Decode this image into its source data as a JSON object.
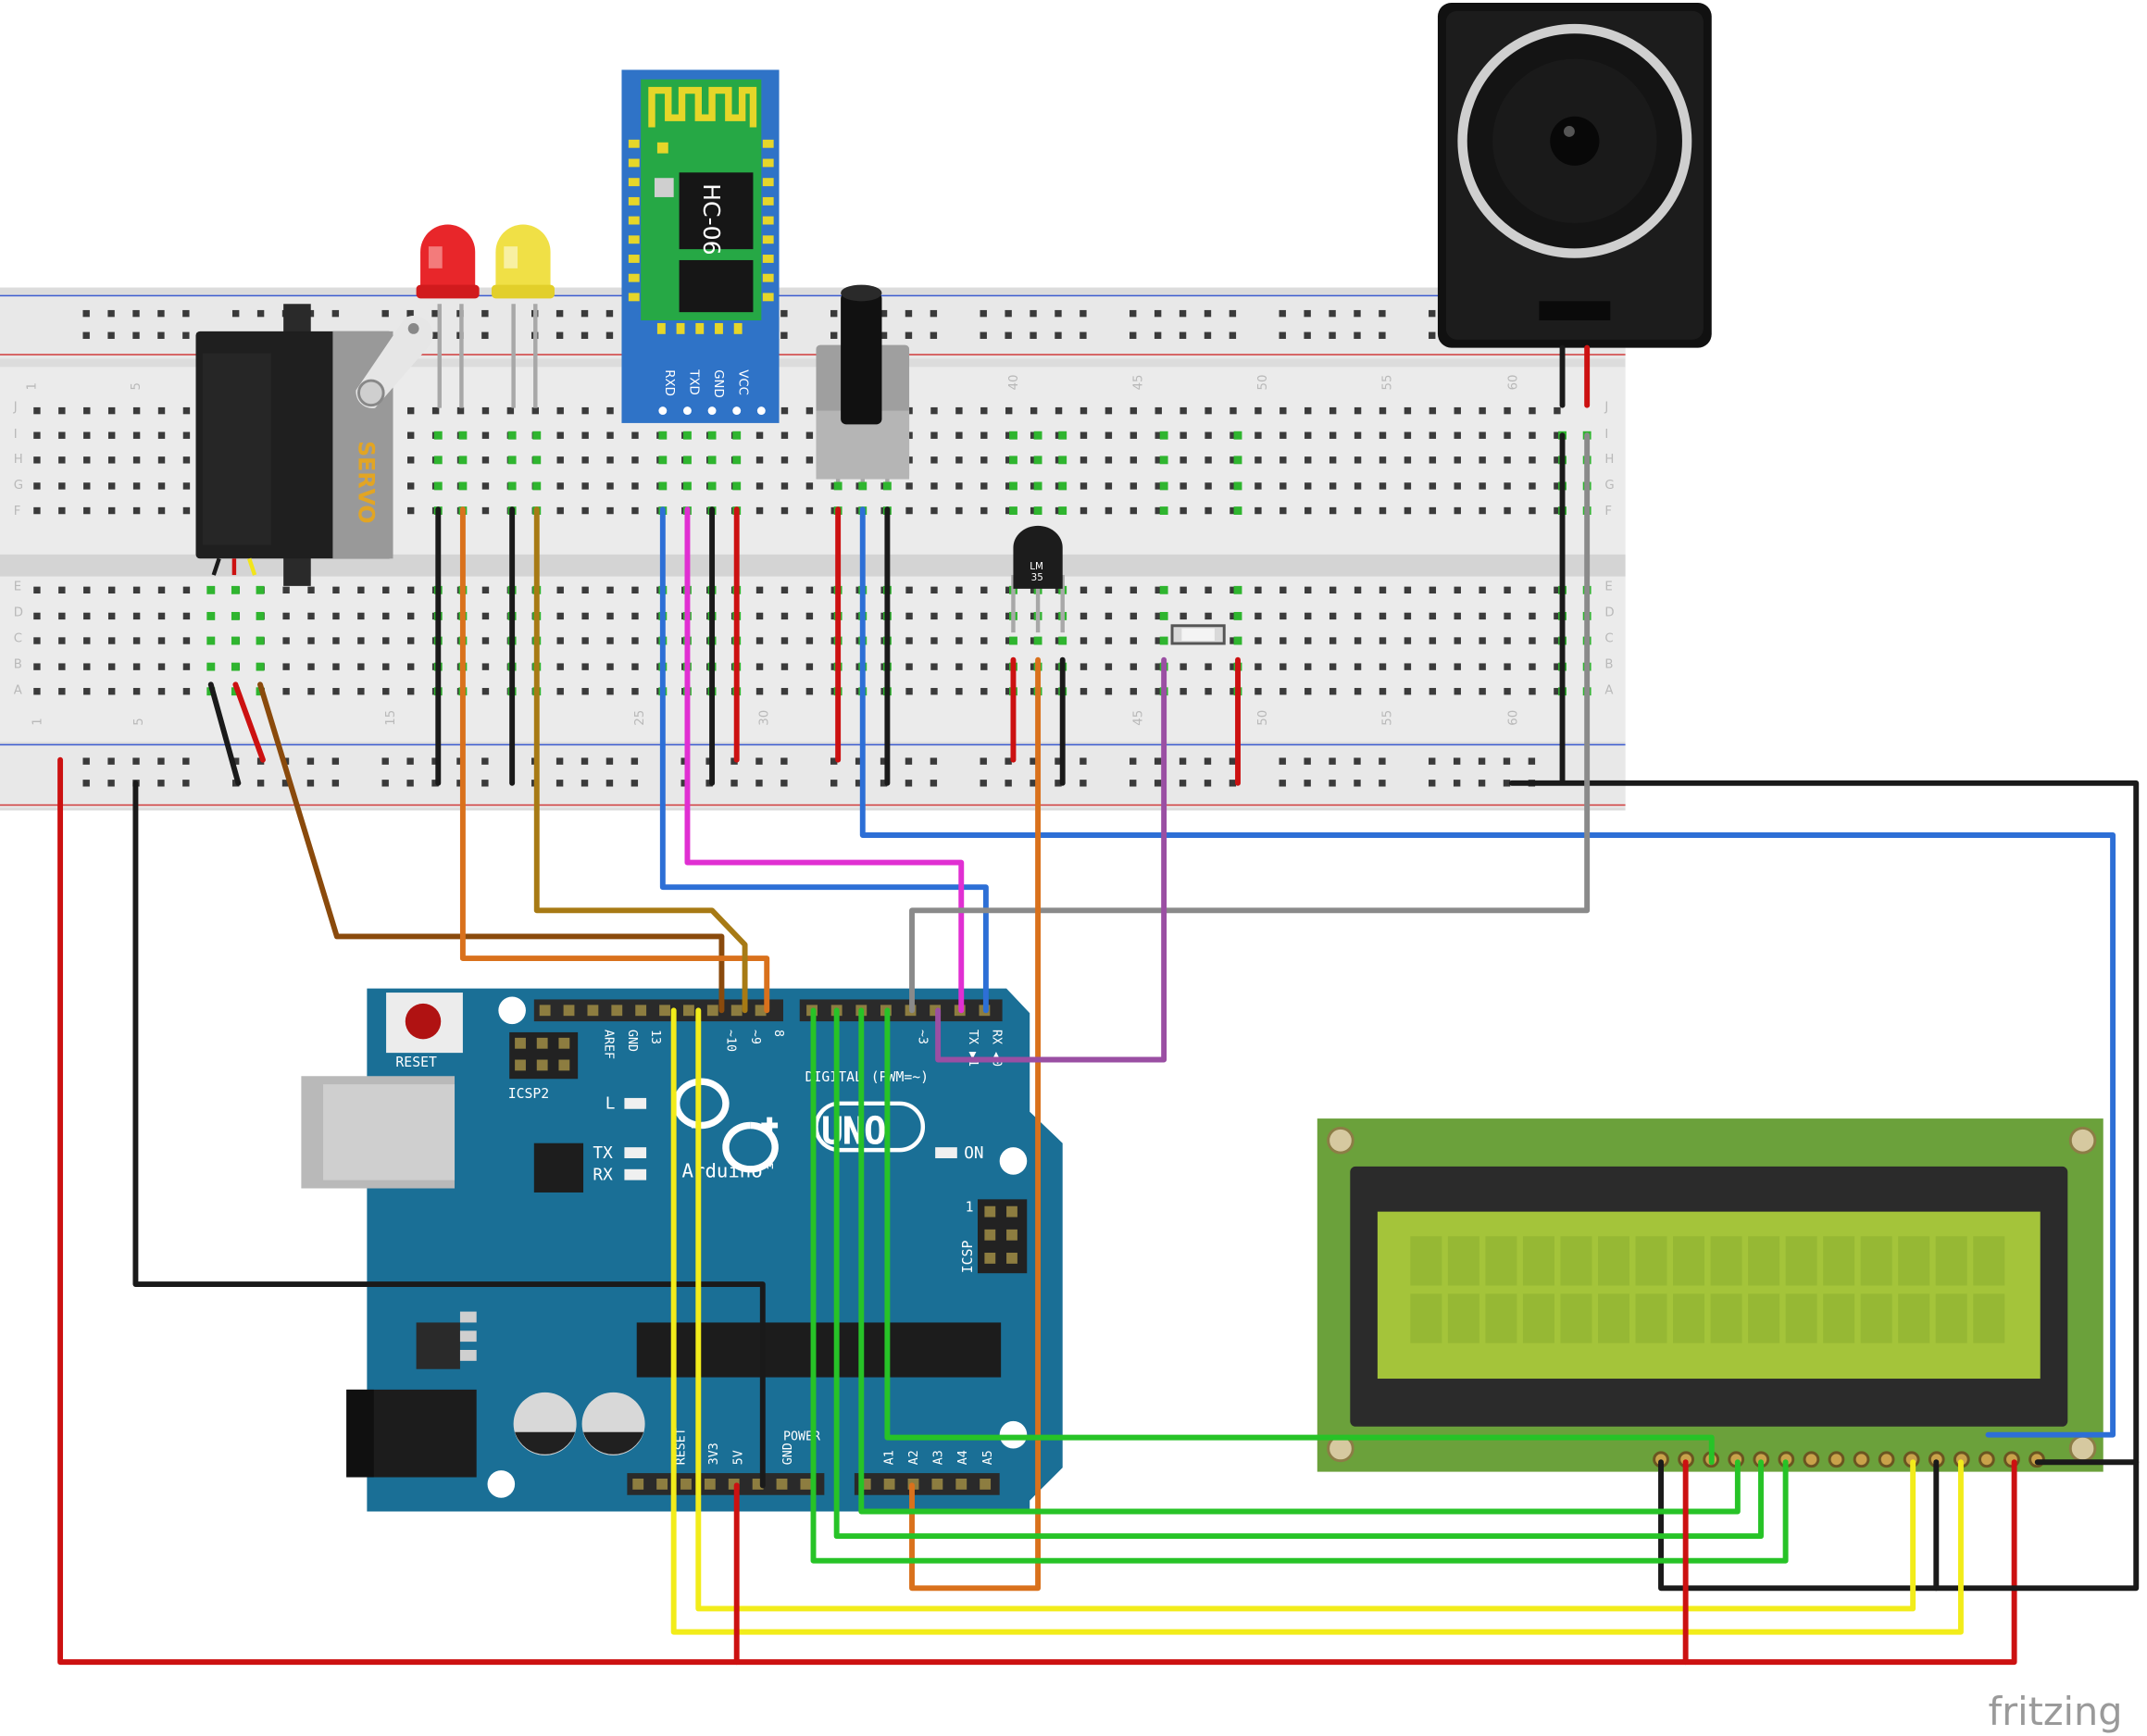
{
  "colors": {
    "wire_red": "#cc1111",
    "wire_black": "#1a1a1a",
    "wire_blue": "#2d6fd6",
    "wire_magenta": "#e02fd2",
    "wire_gray": "#8a8a8a",
    "wire_orange": "#d9711c",
    "wire_brown": "#8a4a0c",
    "wire_olive": "#a77a14",
    "wire_purple": "#9a4fa3",
    "wire_yellow": "#f2ec1a",
    "wire_green": "#27c327",
    "arduino_board": "#1a6f96",
    "lcd_pcb": "#6ba13b",
    "lcd_screen": "#a4c43a"
  },
  "breadboard": {
    "row_letters_left": [
      "J",
      "I",
      "H",
      "G",
      "F",
      "E",
      "D",
      "C",
      "B",
      "A"
    ],
    "col_numbers": [
      "1",
      "5",
      "15",
      "25",
      "30",
      "40",
      "45",
      "50",
      "55",
      "60"
    ]
  },
  "servo": {
    "label": "SERVO"
  },
  "bluetooth": {
    "chip": "HC-06",
    "pins": [
      "RXD",
      "TXD",
      "GND",
      "VCC"
    ]
  },
  "sensor": {
    "line1": "LM",
    "line2": "35"
  },
  "arduino": {
    "reset": "RESET",
    "icsp2": "ICSP2",
    "icsp": "ICSP",
    "aref": "AREF",
    "gnd": "GND",
    "pin13": "13",
    "pin10": "~10",
    "pin9": "~9",
    "pin8": "8",
    "pin3": "~3",
    "pin1": "TX ▶1",
    "pin0": "RX ◀0",
    "digital": "DIGITAL (PWM=~)",
    "l": "L",
    "tx": "TX",
    "rx": "RX",
    "on": "ON",
    "logo": "UNO",
    "brand": "Arduino™",
    "one": "1",
    "power_labels": [
      "RESET",
      "3V3",
      "5V",
      "GND",
      "POWER"
    ],
    "analog_labels": [
      "A1",
      "A2",
      "A3",
      "A4",
      "A5"
    ]
  },
  "footer": {
    "brand": "fritzing"
  }
}
